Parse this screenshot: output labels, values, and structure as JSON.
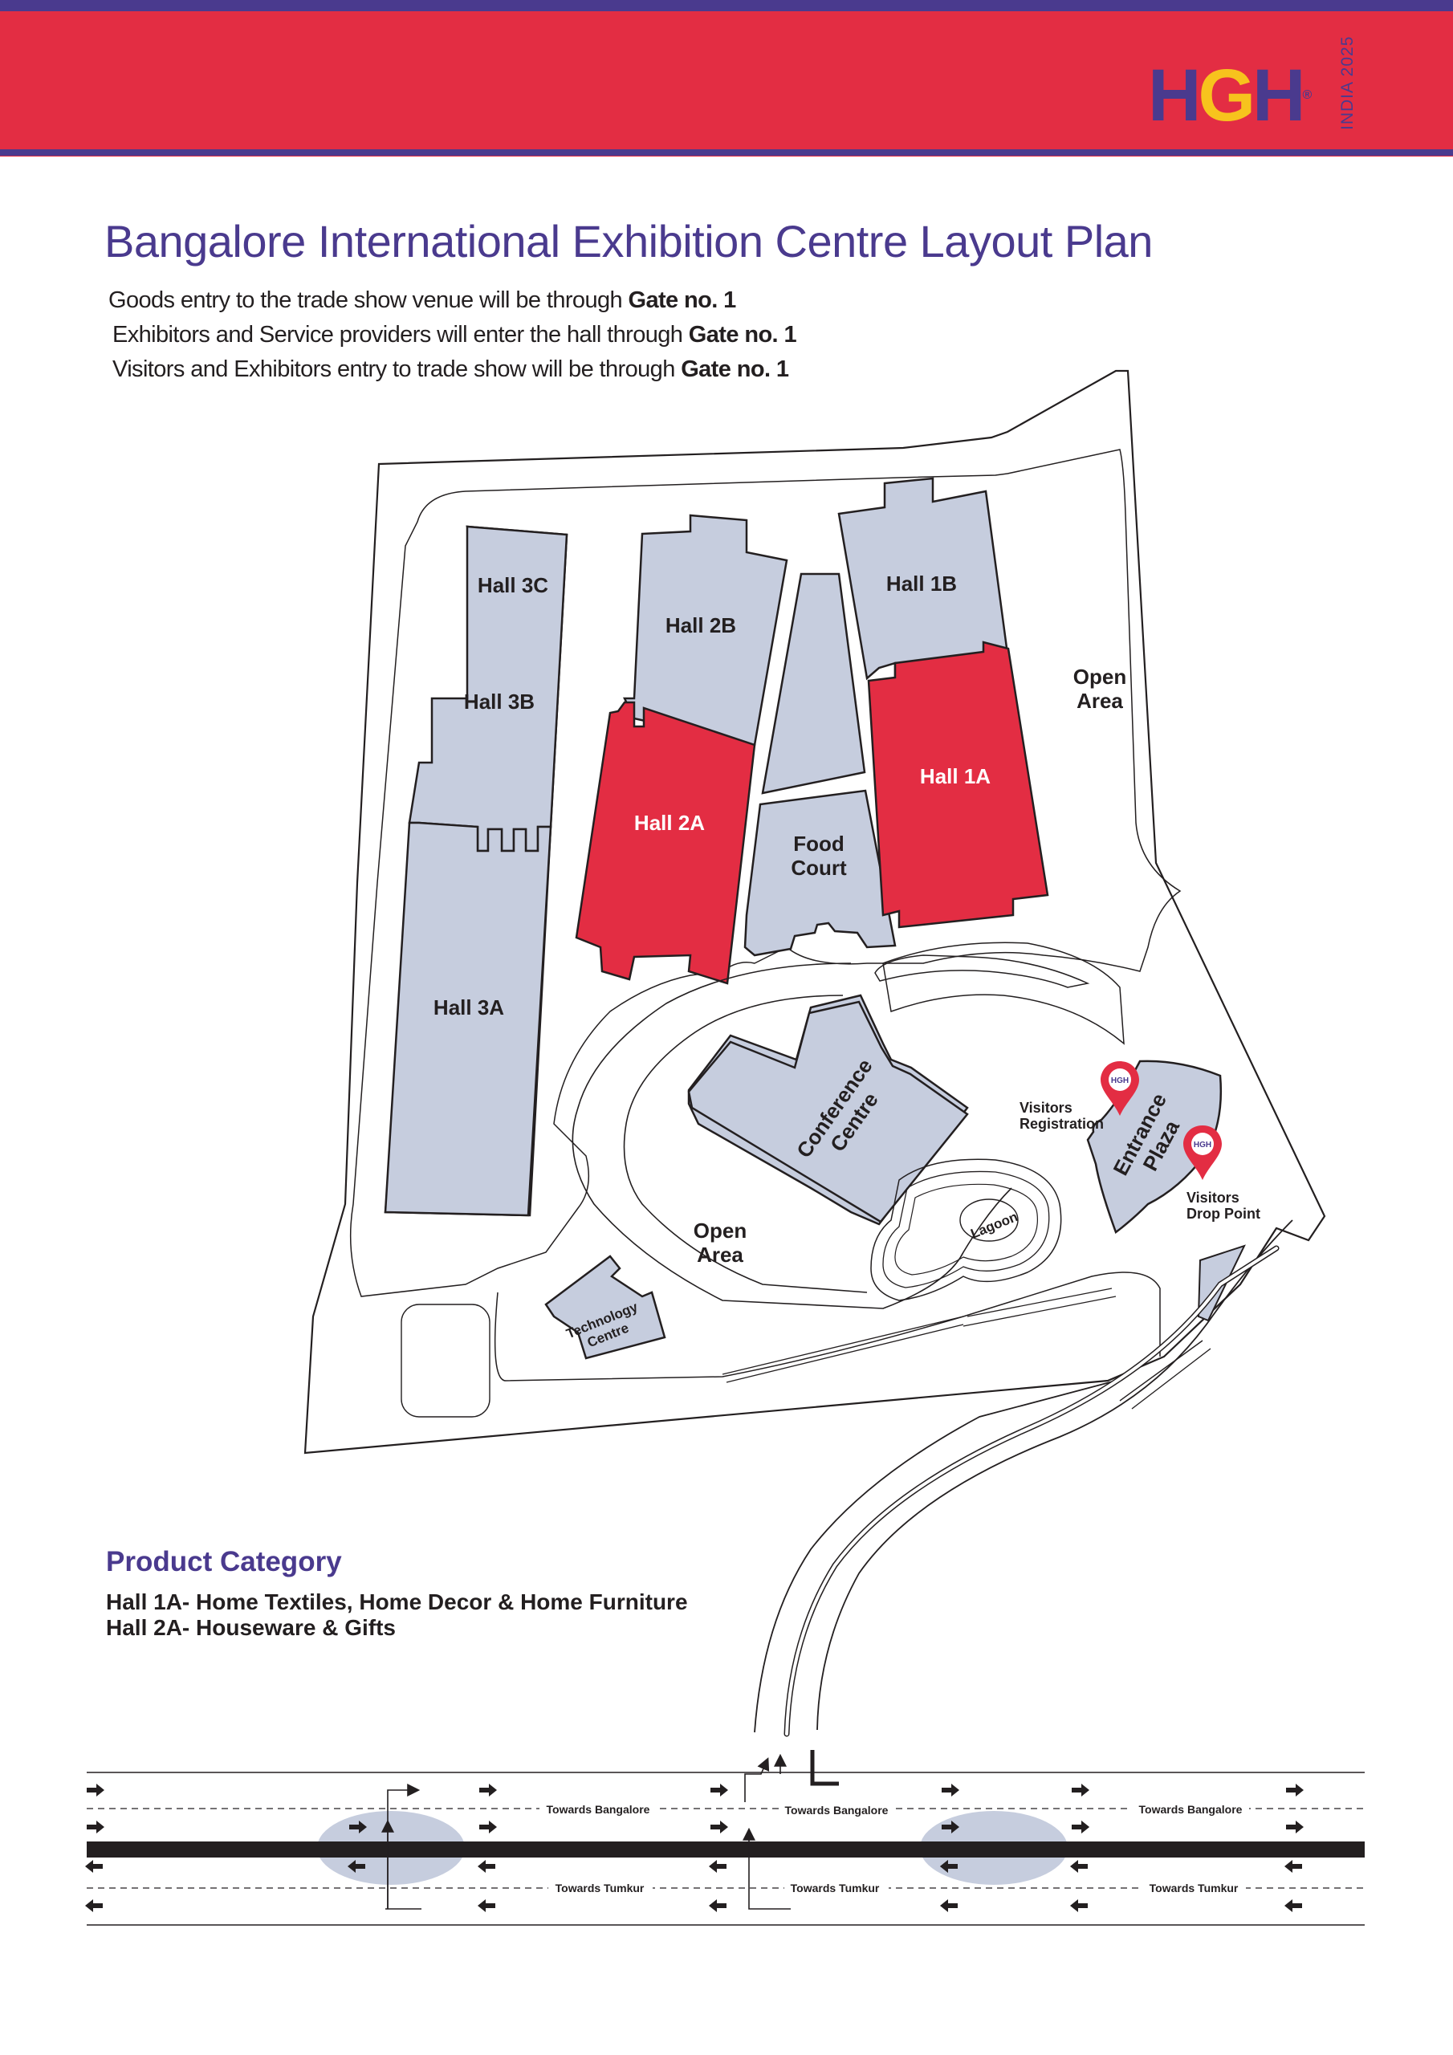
{
  "header": {
    "brand": "HGH",
    "brand_side": "INDIA 2025",
    "registered_mark": "®",
    "colors": {
      "band": "#e32d43",
      "rule": "#4a3a8e",
      "logo_h": "#4a3a8e",
      "logo_g": "#f7c31d"
    }
  },
  "title": "Bangalore International Exhibition Centre Layout Plan",
  "notes": [
    {
      "text": "Goods entry to the trade show venue will be through ",
      "gate": "Gate no. 1"
    },
    {
      "text": "Exhibitors and Service providers will enter the hall through ",
      "gate": "Gate no. 1"
    },
    {
      "text": "Visitors and Exhibitors entry to trade show will be through ",
      "gate": "Gate no. 1"
    }
  ],
  "map": {
    "colors": {
      "hall": "#c6cdde",
      "featured_hall": "#e32d43",
      "outline": "#231f20",
      "road_highlight": "#c6cdde"
    },
    "halls": {
      "hall_3c": "Hall 3C",
      "hall_3b": "Hall 3B",
      "hall_3a": "Hall 3A",
      "hall_2b": "Hall 2B",
      "hall_2a": "Hall 2A",
      "hall_1b": "Hall 1B",
      "hall_1a": "Hall 1A"
    },
    "food_court": [
      "Food",
      "Court"
    ],
    "conference": [
      "Conference",
      "Centre"
    ],
    "technology": [
      "Technology",
      "Centre"
    ],
    "entrance_plaza": [
      "Entrance",
      "Plaza"
    ],
    "lagoon": "Lagoon",
    "open_area_right": [
      "Open",
      "Area"
    ],
    "open_area_center": [
      "Open",
      "Area"
    ],
    "visitors_registration": [
      "Visitors",
      "Registration"
    ],
    "visitors_drop": [
      "Visitors",
      "Drop Point"
    ],
    "pin_icon": "location-pin-icon"
  },
  "product_category": {
    "title": "Product Category",
    "items": [
      "Hall 1A- Home Textiles, Home Decor & Home Furniture",
      "Hall 2A- Houseware & Gifts"
    ]
  },
  "road": {
    "towards_bangalore": "Towards Bangalore",
    "towards_tumkur": "Towards Tumkur"
  }
}
